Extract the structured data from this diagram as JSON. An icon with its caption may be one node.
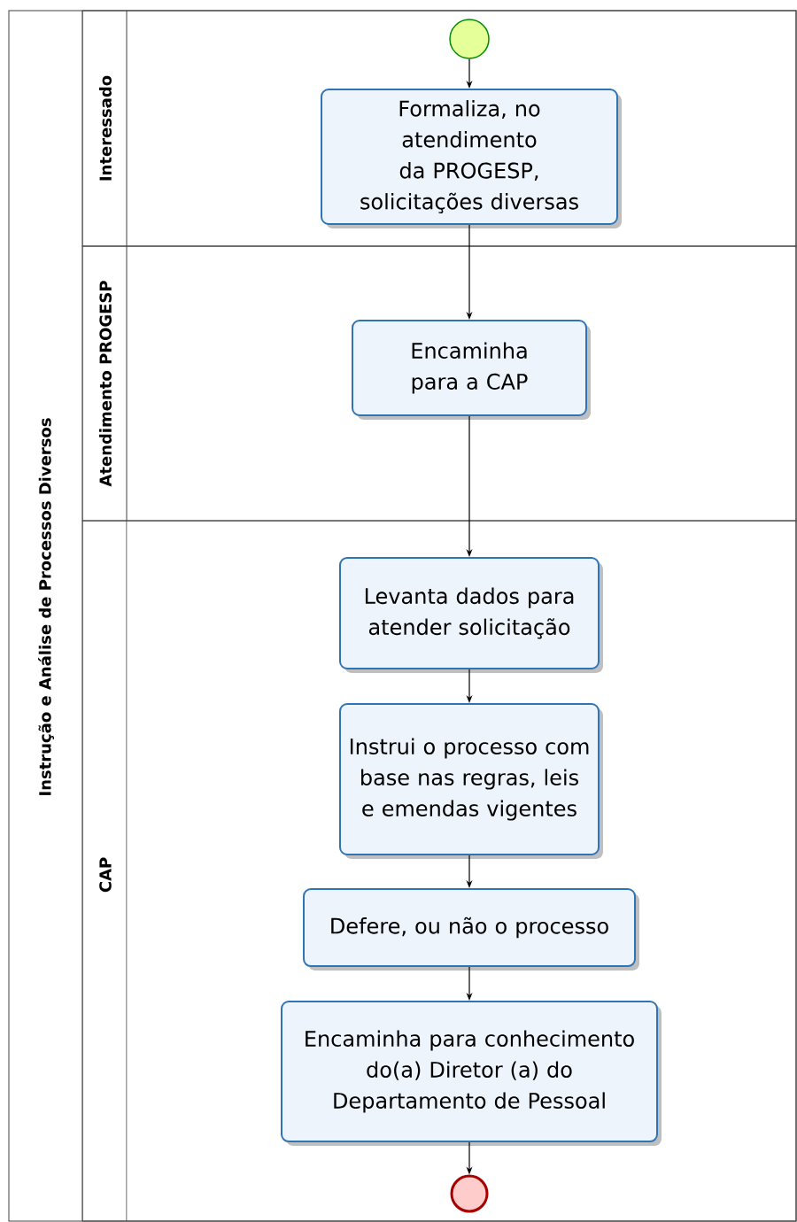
{
  "diagram": {
    "nodes": [
      {
        "text": [
          "Instrução e Análise de Processos Diversos"
        ]
      },
      {
        "text": [
          "Interessado"
        ],
        "in": 0
      },
      {
        "text": [
          "Atendimento PROGESP"
        ],
        "in": 0
      },
      {
        "text": [
          "CAP"
        ],
        "in": 0
      },
      {
        "text": [],
        "shape": "circle",
        "in": 1
      },
      {
        "text": [
          "Formaliza, no atendimento da PROGESP, solicitações diversas"
        ],
        "in": 1
      },
      {
        "text": [
          "Encaminha para a CAP"
        ],
        "in": 2
      },
      {
        "text": [
          "Levanta dados para atender solicitação"
        ],
        "in": 3
      },
      {
        "text": [
          "Instrui o processo com base nas regras, leis e emendas vigentes"
        ],
        "in": 3
      },
      {
        "text": [
          "Defere, ou não o processo"
        ],
        "in": 3
      },
      {
        "text": [
          "Encaminha para conhecimento do(a) Diretor (a) do Departamento de Pessoal"
        ],
        "in": 3
      },
      {
        "text": [],
        "shape": "circle",
        "in": 3
      }
    ],
    "edges": [
      {
        "from": 4,
        "to": 5,
        "arrow": "to"
      },
      {
        "from": 5,
        "to": 6,
        "arrow": "to"
      },
      {
        "from": 6,
        "to": 7,
        "arrow": "to"
      },
      {
        "from": 7,
        "to": 8,
        "arrow": "to"
      },
      {
        "from": 8,
        "to": 9,
        "arrow": "to"
      },
      {
        "from": 9,
        "to": 10,
        "arrow": "to"
      },
      {
        "from": 10,
        "to": 11,
        "arrow": "to"
      }
    ]
  }
}
